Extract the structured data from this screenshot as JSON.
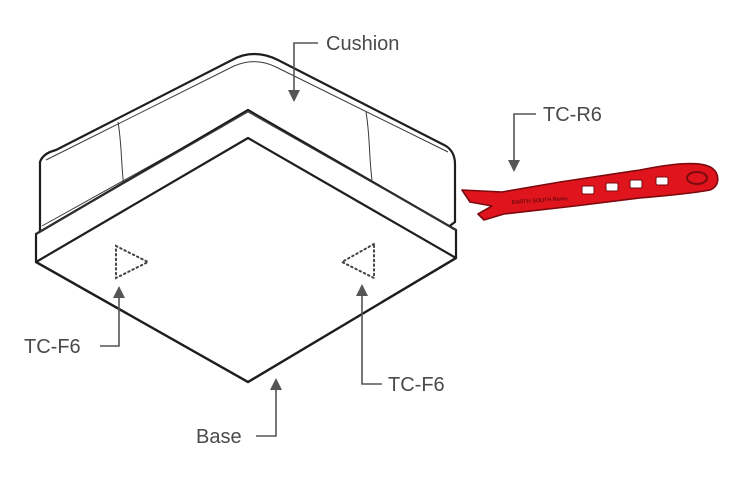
{
  "labels": {
    "cushion": "Cushion",
    "tc_r6": "TC-R6",
    "tc_f6_left": "TC-F6",
    "tc_f6_right": "TC-F6",
    "base": "Base"
  },
  "tool": {
    "brand_text": "EARTH·SOUTH Remo",
    "color": "#e0141c",
    "dark_color": "#7a0a0e"
  },
  "colors": {
    "outline": "#1e1e1e",
    "callout": "#4a4a4a"
  }
}
